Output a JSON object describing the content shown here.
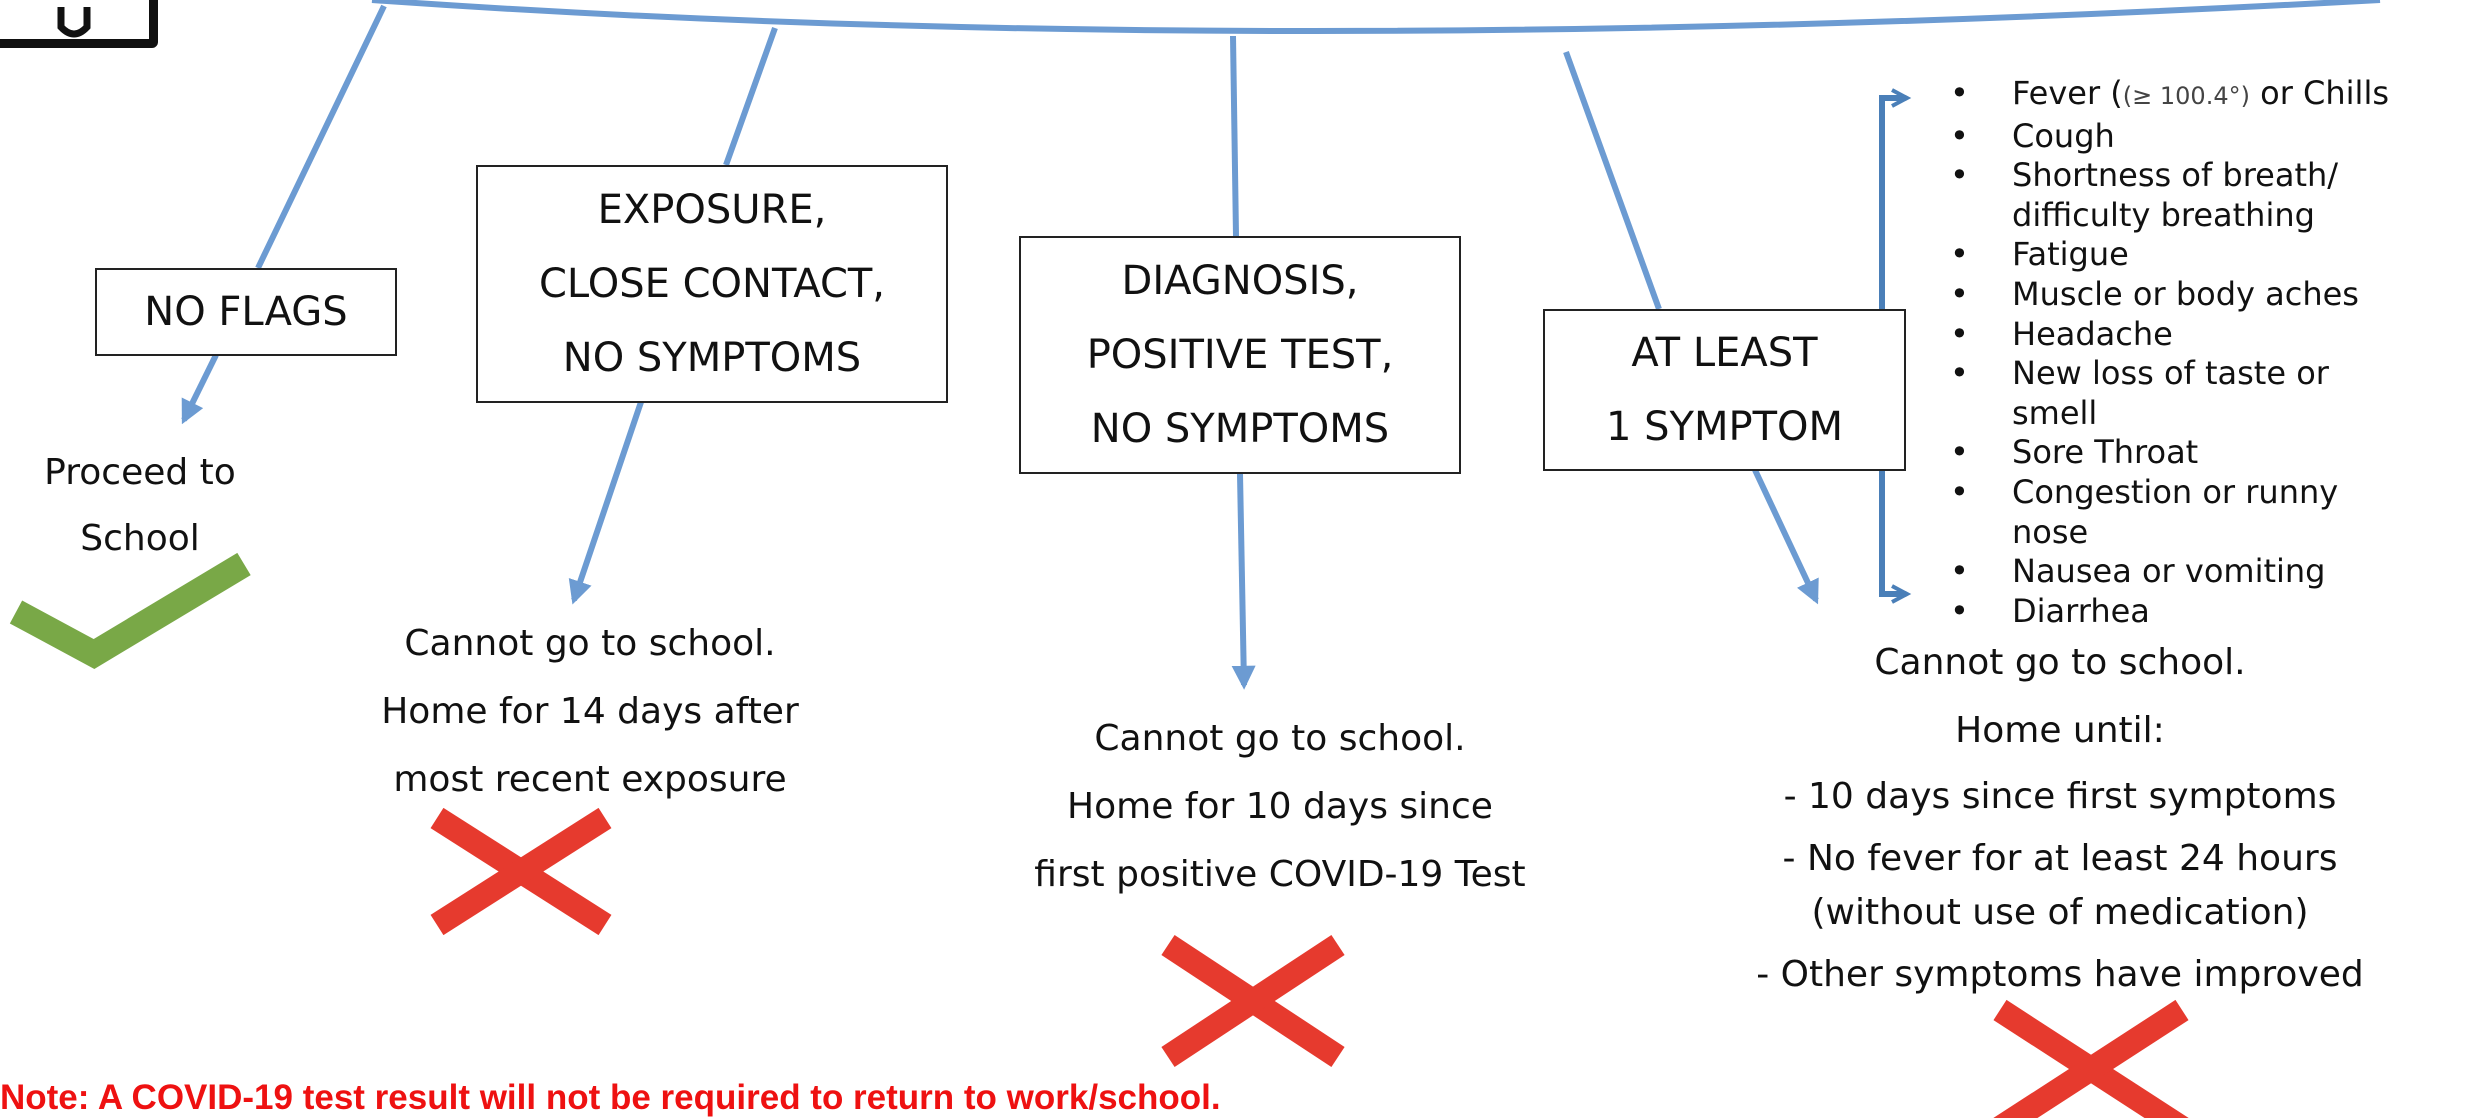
{
  "boxes": {
    "no_flags": [
      "NO FLAGS"
    ],
    "exposure": [
      "EXPOSURE,",
      "CLOSE CONTACT,",
      "NO SYMPTOMS"
    ],
    "diagnosis": [
      "DIAGNOSIS,",
      "POSITIVE TEST,",
      "NO SYMPTOMS"
    ],
    "symptom": [
      "AT LEAST",
      "1 SYMPTOM"
    ]
  },
  "outcomes": {
    "no_flags": [
      "Proceed to",
      "School"
    ],
    "exposure": [
      "Cannot go to school.",
      "Home for 14 days after",
      "most recent exposure"
    ],
    "diagnosis": [
      "Cannot go to school.",
      "Home for 10 days since",
      "first positive COVID-19 Test"
    ],
    "symptom": [
      "Cannot go to school.",
      "Home until:",
      "- 10 days since first symptoms",
      "- No fever for at least 24 hours",
      "(without use of medication)",
      "- Other symptoms have improved"
    ]
  },
  "symptoms": {
    "fever_prefix": "Fever (",
    "fever_temp": "(≥ 100.4°)",
    "fever_suffix": " or Chills",
    "items": [
      "Cough",
      "Shortness of breath/",
      "difficulty breathing",
      "Fatigue",
      "Muscle or body aches",
      "Headache",
      "New loss of taste or",
      "smell",
      "Sore Throat",
      "Congestion or runny",
      "nose",
      "Nausea or vomiting",
      "Diarrhea"
    ]
  },
  "note": "Note:  A COVID-19 test result will not be required to return to work/school.",
  "colors": {
    "connector": "#6c9bd2",
    "check": "#79a847",
    "cross": "#e63a2e",
    "note": "#ee1111"
  },
  "icons": [
    "logo-icon",
    "checkmark-icon",
    "x-mark-icon"
  ]
}
